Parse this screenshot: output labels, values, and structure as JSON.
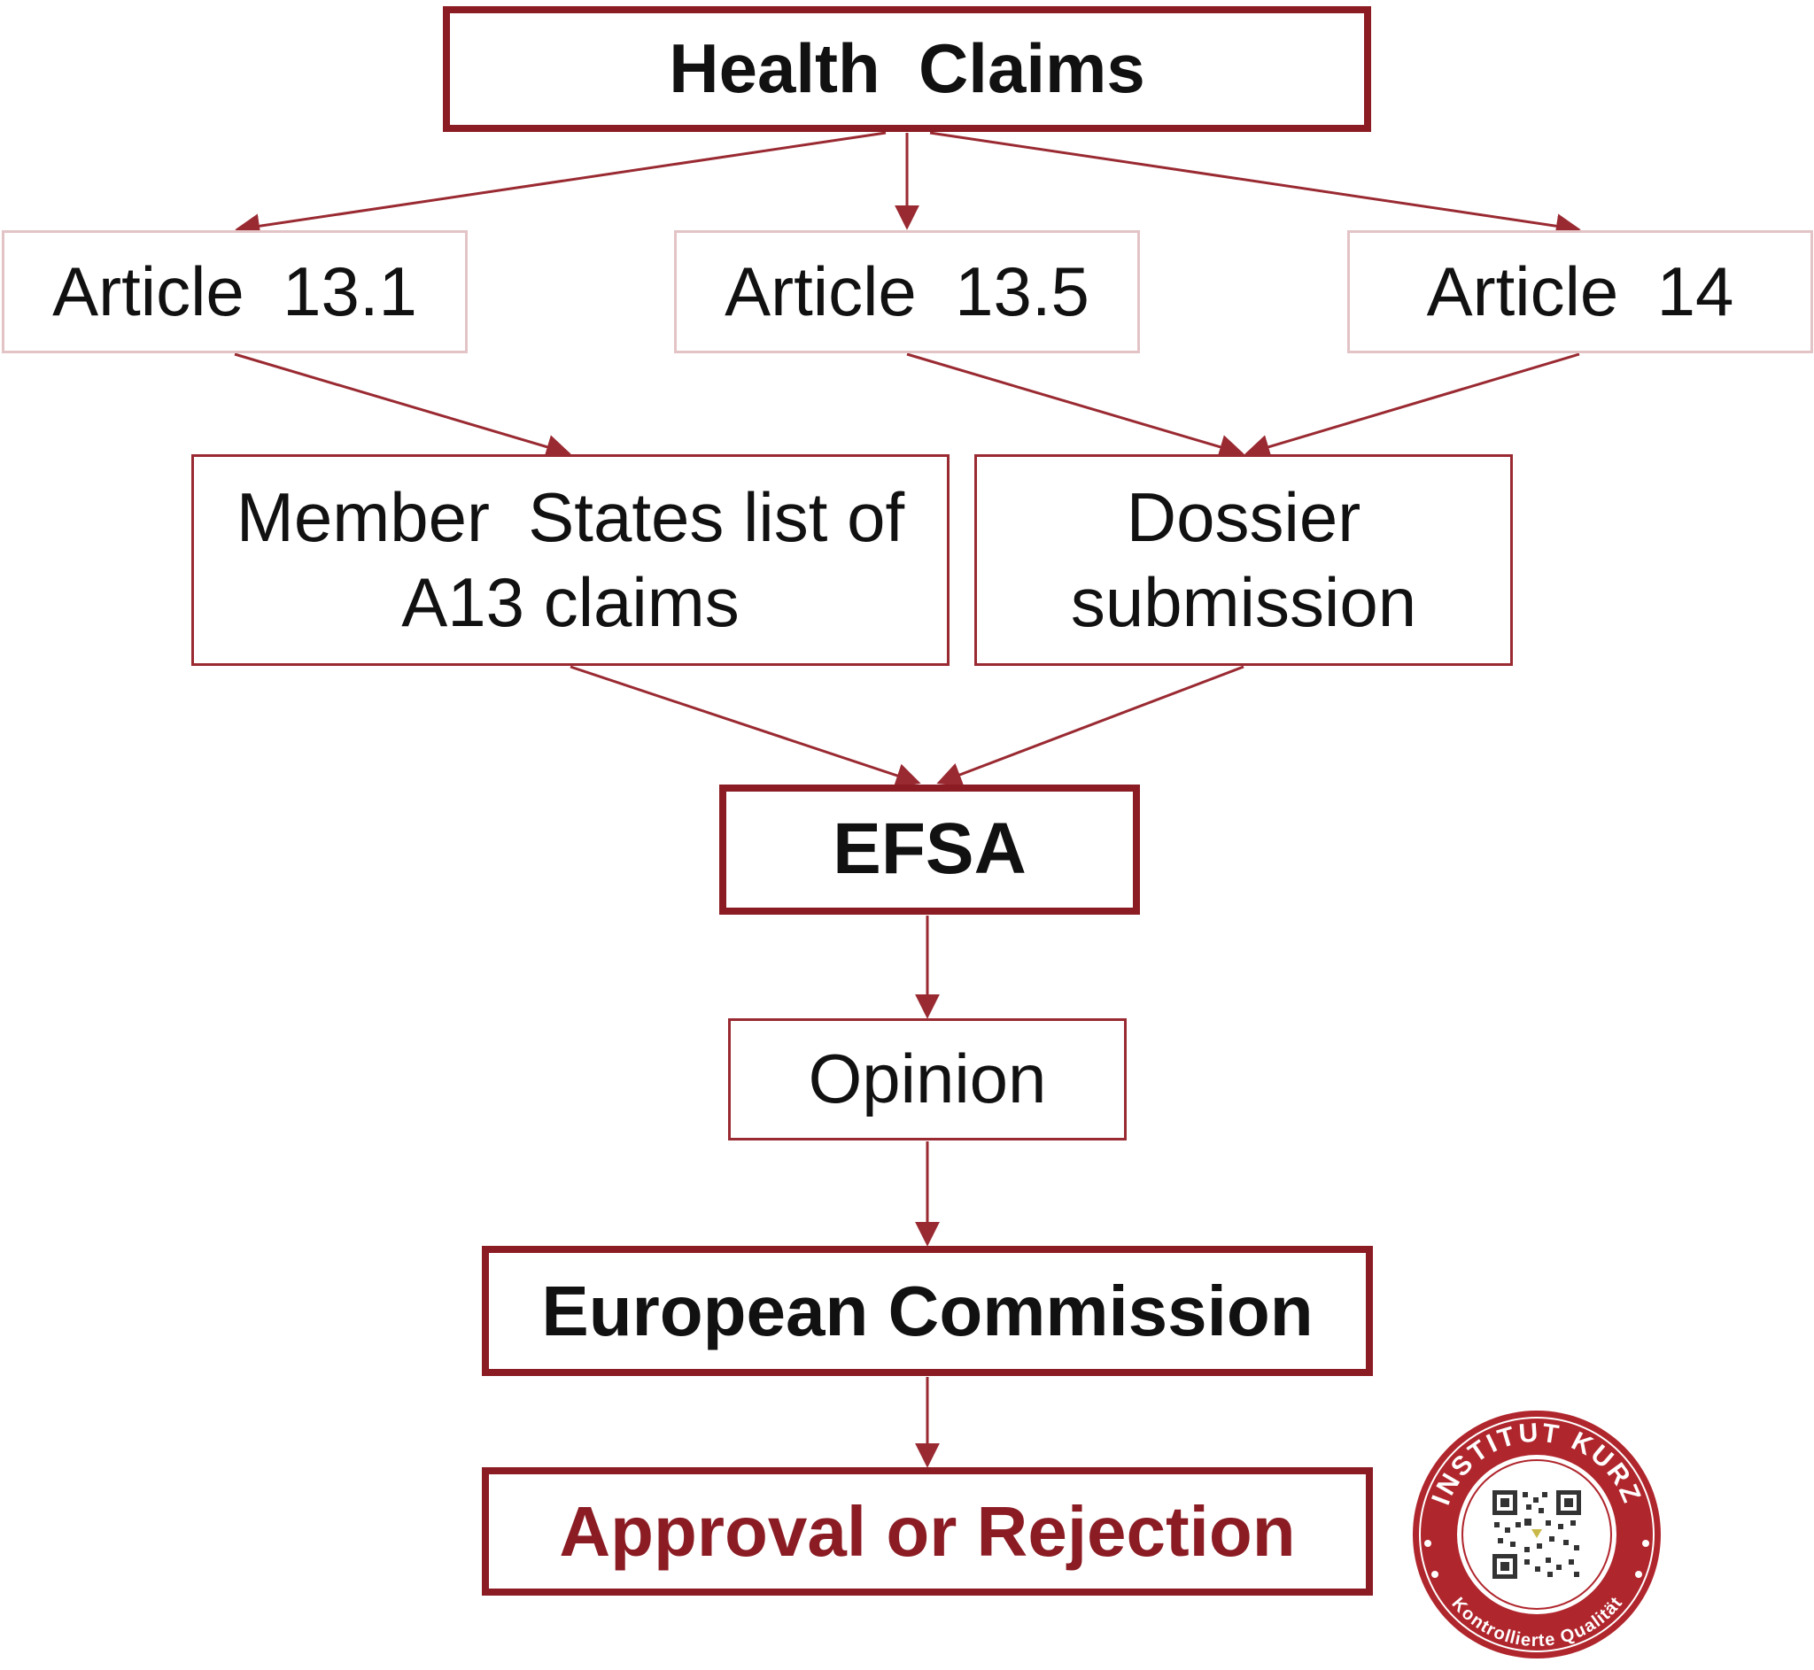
{
  "colors": {
    "accent": "#8b1c24",
    "arrow": "#9a2a32",
    "light_border": "#e3c4c6",
    "text": "#111111"
  },
  "nodes": {
    "health_claims": "Health  Claims",
    "article_13_1": "Article  13.1",
    "article_13_5": "Article  13.5",
    "article_14": "Article  14",
    "member_states_line1": "Member  States list of",
    "member_states_line2": "A13 claims",
    "dossier_line1": "Dossier",
    "dossier_line2": "submission",
    "efsa": "EFSA",
    "opinion": "Opinion",
    "european_commission": "European Commission",
    "approval": "Approval or Rejection"
  },
  "seal": {
    "top_text": "INSTITUT KURZ",
    "bottom_text": "Kontrollierte Qualität"
  }
}
